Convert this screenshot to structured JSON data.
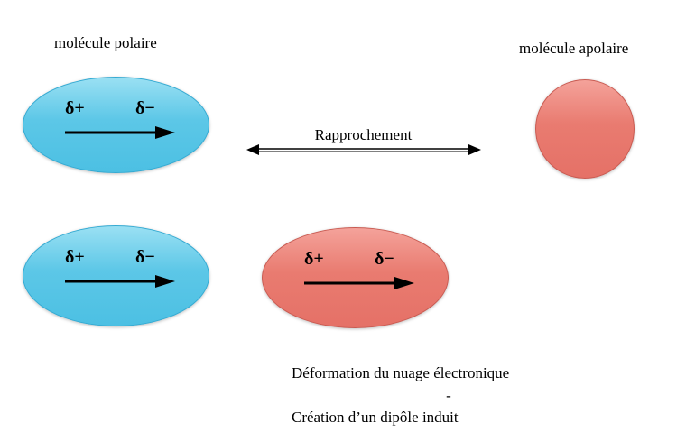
{
  "labels": {
    "polar": "molécule polaire",
    "apolar": "molécule apolaire",
    "rapprochement": "Rapprochement"
  },
  "deltas": {
    "plus": "δ+",
    "minus": "δ−"
  },
  "caption": {
    "line1": "Déformation du nuage électronique",
    "line2": "-",
    "line3": "Création d’un dipôle induit"
  },
  "colors": {
    "polar_fill": "#5cc7e7",
    "polar_edge": "#35aad2",
    "apolar_fill": "#e97b70",
    "apolar_edge": "#c85b52",
    "arrow": "#000000"
  }
}
